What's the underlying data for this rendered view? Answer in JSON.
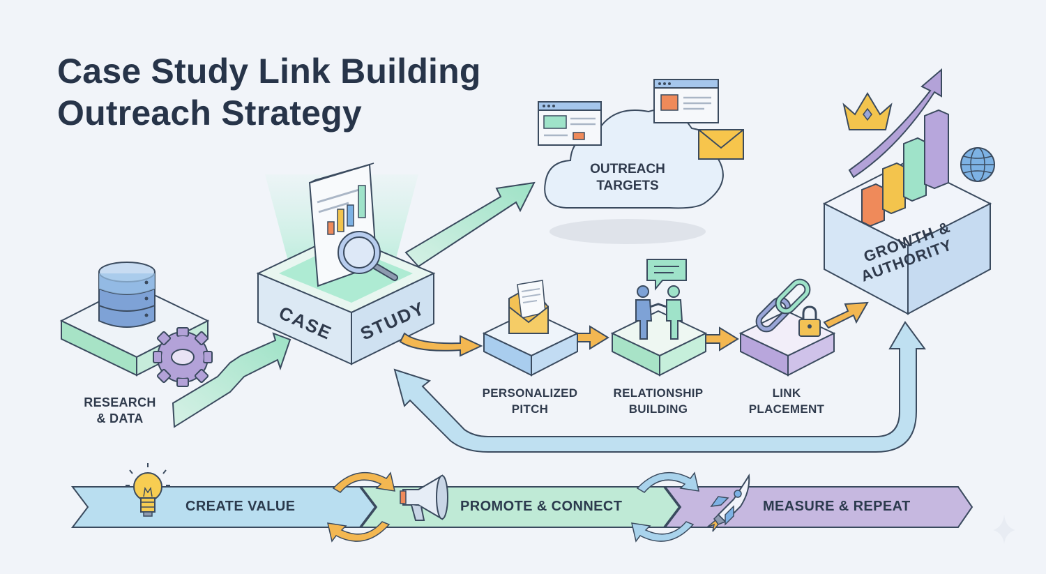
{
  "title": {
    "line1": "Case Study Link Building",
    "line2": "Outreach Strategy"
  },
  "nodes": {
    "research": {
      "line1": "RESEARCH",
      "line2": "& DATA"
    },
    "case_study": {
      "word1": "CASE",
      "word2": "STUDY"
    },
    "outreach_targets": {
      "line1": "OUTREACH",
      "line2": "TARGETS"
    },
    "personalized_pitch": {
      "line1": "PERSONALIZED",
      "line2": "PITCH"
    },
    "relationship_building": {
      "line1": "RELATIONSHIP",
      "line2": "BUILDING"
    },
    "link_placement": {
      "line1": "LINK",
      "line2": "PLACEMENT"
    },
    "growth_authority": {
      "line1": "GROWTH &",
      "line2": "AUTHORITY"
    }
  },
  "bands": [
    {
      "label": "CREATE VALUE",
      "icon": "lightbulb-icon",
      "color": "#b9def0"
    },
    {
      "label": "PROMOTE & CONNECT",
      "icon": "megaphone-icon",
      "color": "#bfead6"
    },
    {
      "label": "MEASURE & REPEAT",
      "icon": "rocket-icon",
      "color": "#c6b8e0"
    }
  ],
  "colors": {
    "background": "#f1f4f9",
    "teal": "#9fe3c9",
    "blue": "#a9d3ec",
    "purple": "#b9a7da",
    "orange": "#f2b24a",
    "title": "#273449"
  }
}
